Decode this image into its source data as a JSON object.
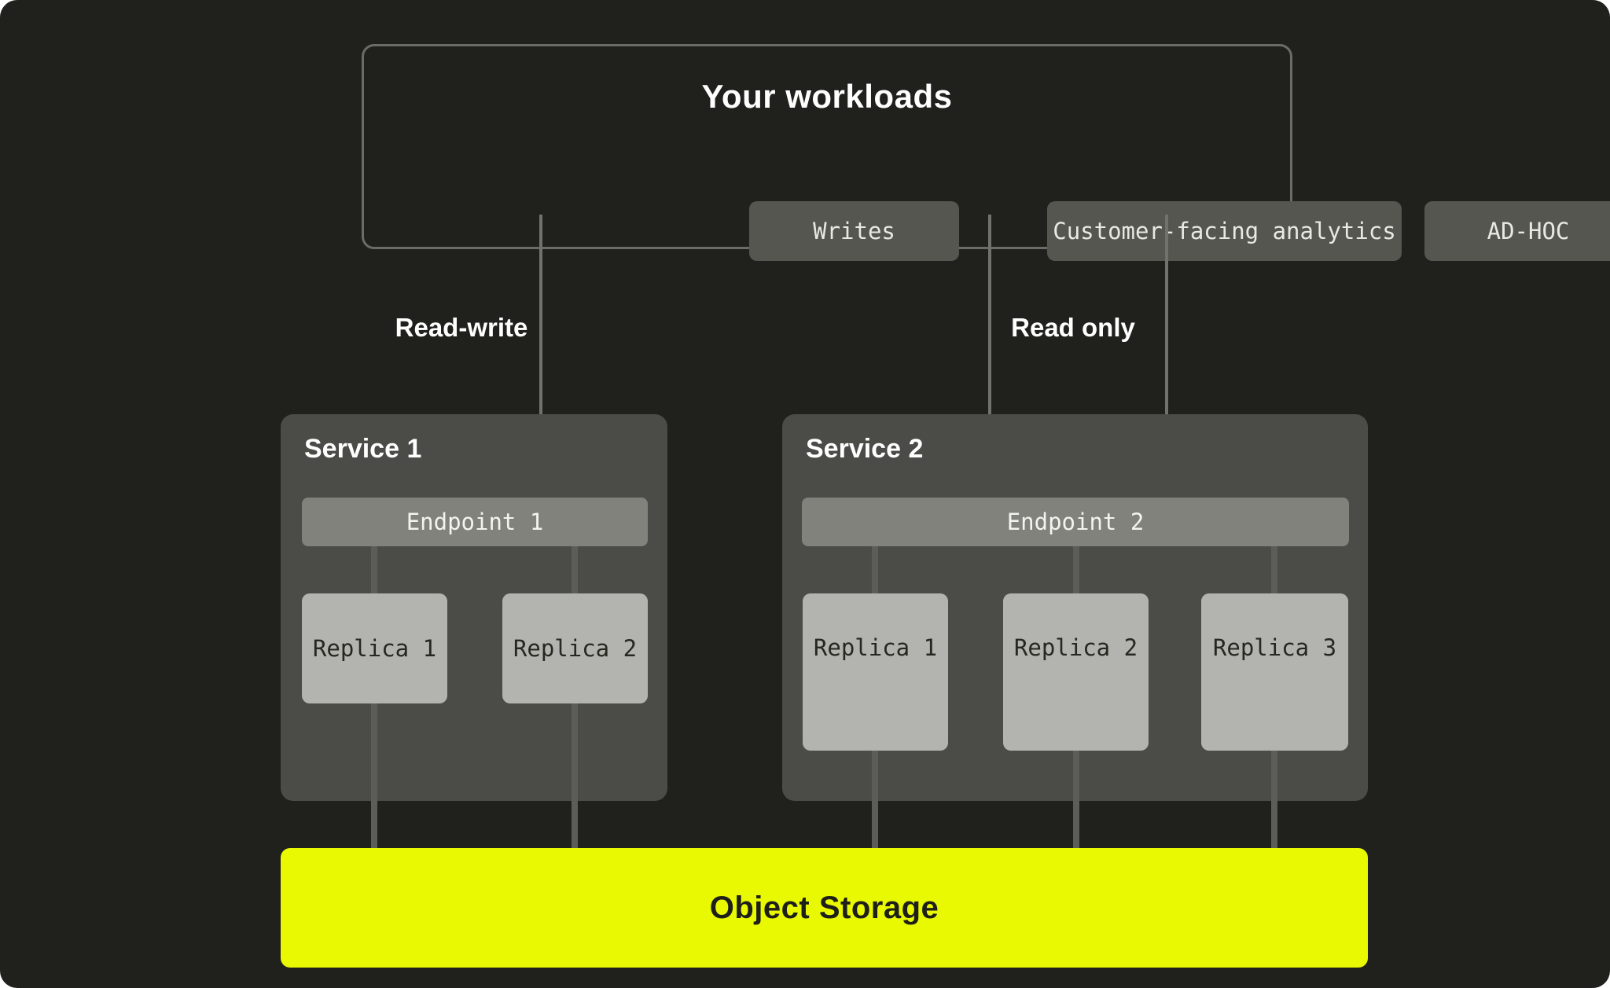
{
  "workloads": {
    "title": "Your workloads",
    "chips": [
      {
        "label": "Writes"
      },
      {
        "label": "Customer-facing analytics"
      },
      {
        "label": "AD-HOC"
      }
    ]
  },
  "edges": {
    "read_write": "Read-write",
    "read_only": "Read only"
  },
  "services": [
    {
      "title": "Service 1",
      "endpoint": "Endpoint 1",
      "replicas": [
        "Replica 1",
        "Replica 2"
      ]
    },
    {
      "title": "Service 2",
      "endpoint": "Endpoint 2",
      "replicas": [
        "Replica 1",
        "Replica 2",
        "Replica 3"
      ]
    }
  ],
  "storage": {
    "label": "Object Storage"
  },
  "colors": {
    "background": "#20211c",
    "panel": "#4b4c47",
    "chip": "#55564f",
    "endpoint": "#81827c",
    "replica": "#b3b4b0",
    "storage": "#e9f902",
    "line": "#5c5d57",
    "arrow": "#71726b",
    "border": "#6b6c66",
    "text_light": "#ffffff",
    "text_dark": "#1e1f19"
  }
}
